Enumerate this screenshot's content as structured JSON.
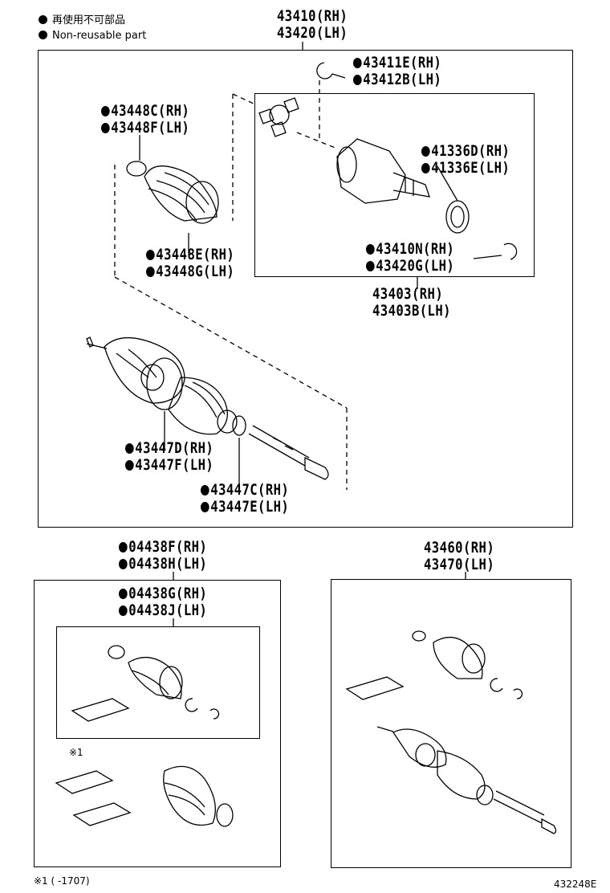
{
  "legend": {
    "line1": "再使用不可部品",
    "line2": "Non-reusable part"
  },
  "top_assembly": {
    "rh": "43410(RH)",
    "lh": "43420(LH)"
  },
  "parts": {
    "snap_ring_outer": {
      "rh": "43411E(RH)",
      "lh": "43412B(LH)"
    },
    "boot_clamp_small": {
      "rh": "43448C(RH)",
      "lh": "43448F(LH)"
    },
    "boot_clamp_large": {
      "rh": "43448E(RH)",
      "lh": "43448G(LH)"
    },
    "dust_seal": {
      "rh": "41336D(RH)",
      "lh": "41336E(LH)"
    },
    "snap_ring_inner": {
      "rh": "43410N(RH)",
      "lh": "43420G(LH)"
    },
    "inboard_joint": {
      "rh": "43403(RH)",
      "lh": "43403B(LH)"
    },
    "boot_clamp_outer": {
      "rh": "43447D(RH)",
      "lh": "43447F(LH)"
    },
    "boot_clamp_inner": {
      "rh": "43447C(RH)",
      "lh": "43447E(LH)"
    }
  },
  "boot_kit": {
    "rh": "04438F(RH)",
    "lh": "04438H(LH)"
  },
  "boot_kit_inner": {
    "rh": "04438G(RH)",
    "lh": "04438J(LH)"
  },
  "outboard_joint": {
    "rh": "43460(RH)",
    "lh": "43470(LH)"
  },
  "note_mark": "※1",
  "footnote": "※1 (     -1707)",
  "diagram_id": "432248E"
}
